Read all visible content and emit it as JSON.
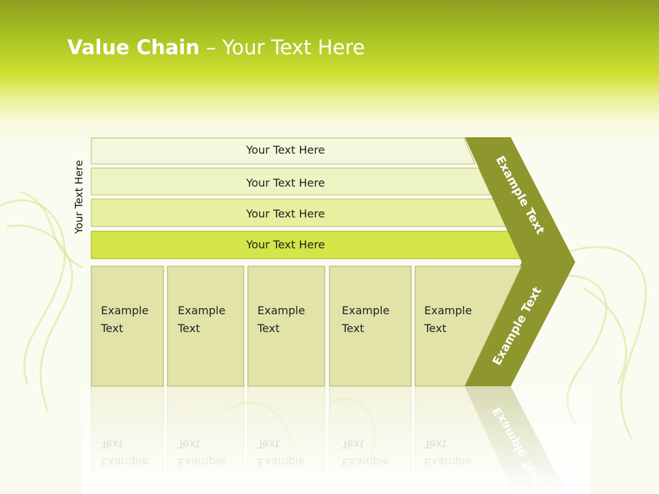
{
  "title": {
    "bold": "Value Chain",
    "rest": " – Your Text Here"
  },
  "side_label": "Your Text Here",
  "support_rows": [
    {
      "label": "Your Text Here"
    },
    {
      "label": "Your Text Here"
    },
    {
      "label": "Your Text Here"
    },
    {
      "label": "Your Text Here"
    }
  ],
  "primary_boxes": [
    {
      "line1": "Example",
      "line2": "Text"
    },
    {
      "line1": "Example",
      "line2": "Text"
    },
    {
      "line1": "Example",
      "line2": "Text"
    },
    {
      "line1": "Example",
      "line2": "Text"
    },
    {
      "line1": "Example",
      "line2": "Text"
    }
  ],
  "arrow": {
    "upper_label": "Example Text",
    "lower_label": "Example Text"
  },
  "colors": {
    "title_text": "#ffffff",
    "arrow_fill": "#8e962e",
    "primary_box_fill": "#e1e3a9",
    "support_row_fills": [
      "#f4f7dc",
      "#eef3c4",
      "#e6f0a0",
      "#d3e548"
    ]
  }
}
